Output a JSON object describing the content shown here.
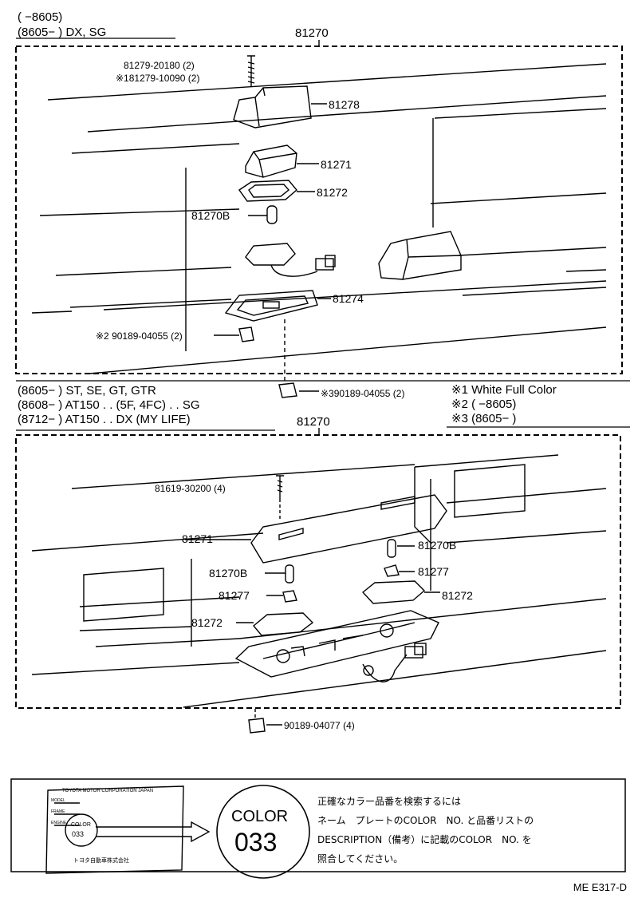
{
  "top": {
    "cond1": "(      −8605)",
    "cond2": "(8605−        ) DX, SG",
    "assembly": "81270",
    "parts": {
      "screw_a": "81279-20180 (2)",
      "screw_b": "※181279-10090 (2)",
      "p81278": "81278",
      "p81271": "81271",
      "p81272": "81272",
      "p81270b": "81270B",
      "p81274": "81274",
      "clip": "※2 90189-04055 (2)"
    }
  },
  "mid": {
    "cond1": "(8605−        ) ST, SE, GT, GTR",
    "cond2": "(8608−        ) AT150 . . (5F, 4FC) . . SG",
    "cond3": "(8712−        ) AT150 . . DX (MY LIFE)",
    "clip3": "※390189-04055 (2)",
    "assembly": "81270",
    "legend1": "※1 White Full Color",
    "legend2": "※2 (      −8605)",
    "legend3": "※3 (8605−        )"
  },
  "bottom": {
    "parts": {
      "screw": "81619-30200 (4)",
      "p81271": "81271",
      "p81270b_r": "81270B",
      "p81277_r": "81277",
      "p81272_r": "81272",
      "p81270b_l": "81270B",
      "p81277_l": "81277",
      "p81272_l": "81272",
      "clip": "90189-04077 (4)"
    }
  },
  "plate": {
    "maker": "TOYOTA MOTOR CORPORATION JAPAN",
    "rows": [
      "MODEL",
      "FRAME",
      "ENGINE"
    ],
    "color_word": "COLOR",
    "color_code": "033",
    "maker_jp": "トヨタ自動車株式会社"
  },
  "badge": {
    "word": "COLOR",
    "code": "033"
  },
  "note": {
    "line1": "正確なカラー品番を検索するには",
    "line2": "ネーム　プレートのCOLOR　NO. と品番リストの",
    "line3": "DESCRIPTION（備考）に記載のCOLOR　NO. を",
    "line4": "照合してください。"
  },
  "page_code": "ME E317-D"
}
